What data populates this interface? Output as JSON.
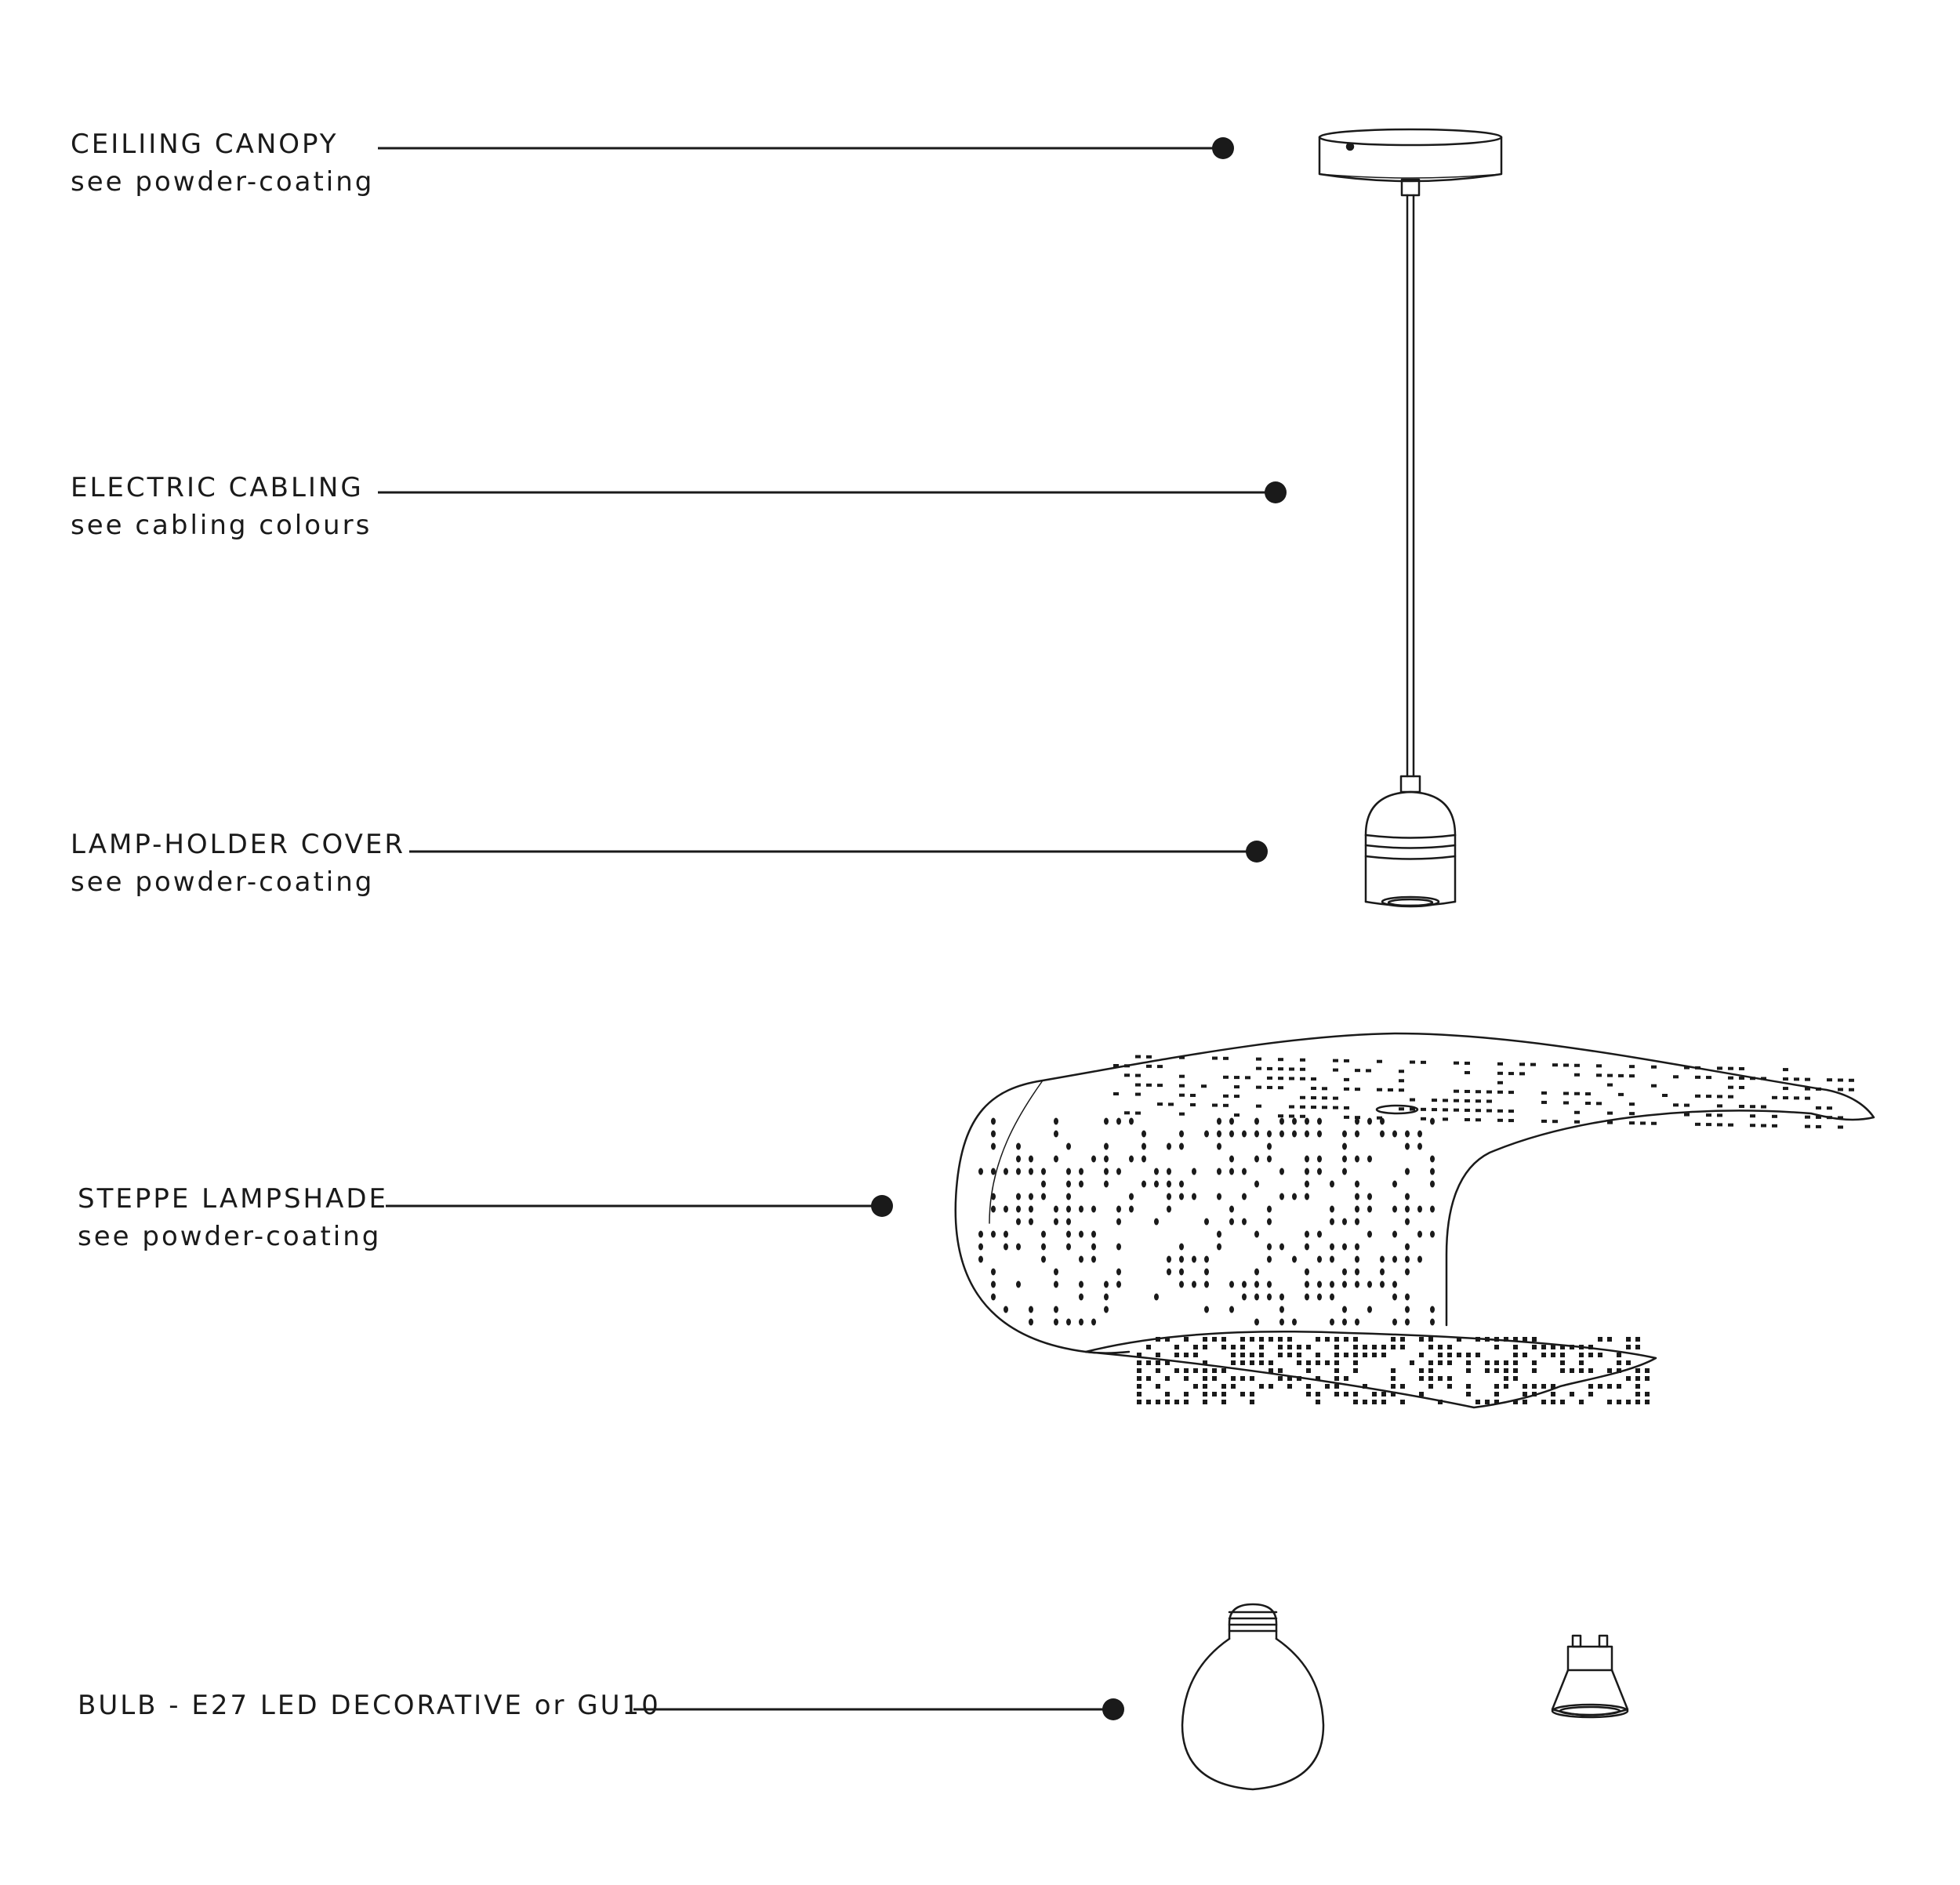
{
  "labels": [
    {
      "title": "CEILIING CANOPY",
      "subtitle": "see powder-coating"
    },
    {
      "title": "ELECTRIC CABLING",
      "subtitle": "see cabling colours"
    },
    {
      "title": "LAMP-HOLDER COVER",
      "subtitle": "see powder-coating"
    },
    {
      "title": "STEPPE LAMPSHADE",
      "subtitle": "see powder-coating"
    },
    {
      "title": "BULB - E27 LED DECORATIVE or GU10",
      "subtitle": ""
    }
  ],
  "colors": {
    "ink": "#1a1a1a",
    "background": "#ffffff"
  }
}
